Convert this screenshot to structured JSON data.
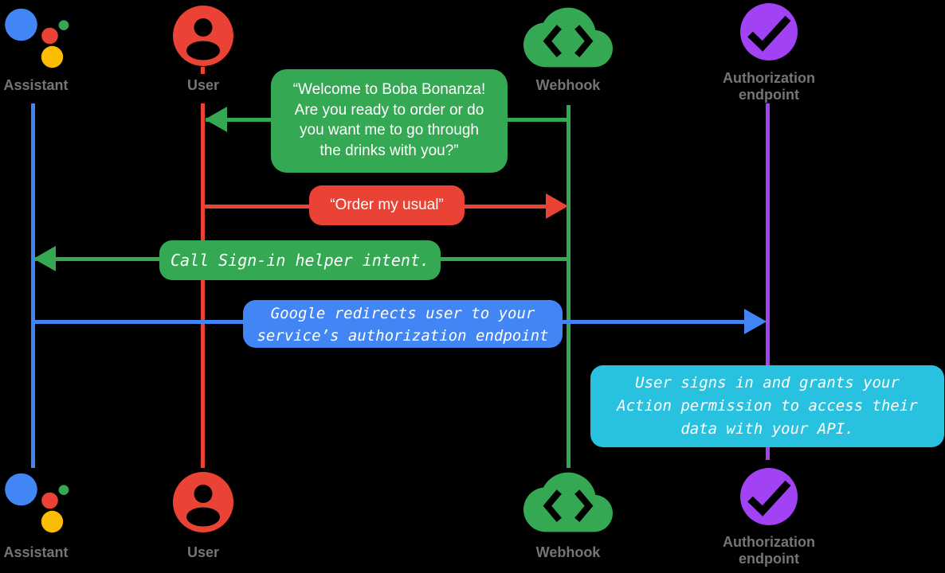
{
  "palette": {
    "assistant_blue": "#4285F4",
    "user_red": "#EA4335",
    "webhook_green": "#34A853",
    "assistant_yellow": "#FBBC04",
    "auth_purple": "#A142F4",
    "note_cyan": "#28C2E0",
    "label_gray": "#757575",
    "background": "#000000",
    "bubble_text": "#FFFFFF",
    "icon_detail": "#000000"
  },
  "actors": [
    {
      "id": "assistant",
      "label": "Assistant",
      "color": "#4285F4",
      "icon": "google-assistant-logo"
    },
    {
      "id": "user",
      "label": "User",
      "color": "#EA4335",
      "icon": "person-circle"
    },
    {
      "id": "webhook",
      "label": "Webhook",
      "color": "#34A853",
      "icon": "cloud-code"
    },
    {
      "id": "auth_endpoint",
      "label": "Authorization endpoint",
      "label_lines": [
        "Authorization",
        "endpoint"
      ],
      "color": "#A142F4",
      "icon": "check-circle"
    }
  ],
  "messages": [
    {
      "id": "welcome",
      "type": "arrow",
      "from": "webhook",
      "to": "user",
      "color": "#34A853",
      "text_style": "sans",
      "lines": [
        "“Welcome to Boba Bonanza!",
        "Are you ready to order or do",
        "you want me to go through",
        "the drinks with you?”"
      ]
    },
    {
      "id": "order_my_usual",
      "type": "arrow",
      "from": "user",
      "to": "webhook",
      "color": "#EA4335",
      "text_style": "sans",
      "lines": [
        "“Order my usual”"
      ]
    },
    {
      "id": "call_sign_in",
      "type": "arrow",
      "from": "webhook",
      "to": "assistant",
      "color": "#34A853",
      "text_style": "mono-italic",
      "lines": [
        "Call Sign-in helper intent."
      ]
    },
    {
      "id": "google_redirects",
      "type": "arrow",
      "from": "assistant",
      "to": "auth_endpoint",
      "color": "#4285F4",
      "text_style": "mono-italic",
      "lines": [
        "Google redirects user to your",
        "service’s authorization endpoint"
      ]
    },
    {
      "id": "user_signs_in",
      "type": "note",
      "on": "auth_endpoint",
      "color": "#28C2E0",
      "text_style": "mono-italic",
      "lines": [
        "User signs in and grants your",
        "Action permission to access their",
        "data with your API."
      ]
    }
  ]
}
